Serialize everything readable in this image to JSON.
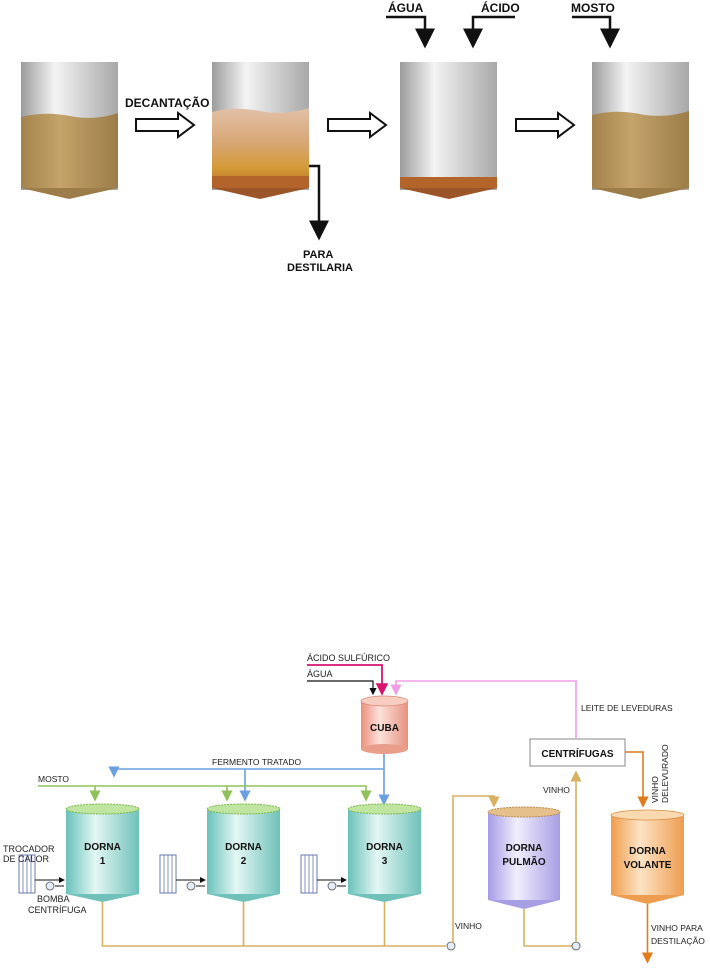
{
  "top_diagram": {
    "labels": {
      "decantacao": "DECANTAÇÃO",
      "agua": "ÁGUA",
      "acido": "ÁCIDO",
      "mosto": "MOSTO",
      "para": "PARA",
      "destilaria": "DESTILARIA"
    }
  },
  "bottom_diagram": {
    "labels": {
      "acido_sulfurico": "ÁCIDO SULFÚRICO",
      "agua": "ÁGUA",
      "cuba": "CUBA",
      "leite_leveduras": "LEITE DE LEVEDURAS",
      "centrifugas": "CENTRÍFUGAS",
      "fermento_tratado": "FERMENTO TRATADO",
      "mosto": "MOSTO",
      "vinho_delevurado_1": "VINHO",
      "vinho_delevurado_2": "DELEVURADO",
      "vinho_top": "VINHO",
      "vinho_bottom": "VINHO",
      "trocador_1": "TROCADOR",
      "trocador_2": "DE CALOR",
      "bomba_1": "BOMBA",
      "bomba_2": "CENTRÍFUGA",
      "vinho_para": "VINHO PARA",
      "destilacao": "DESTILAÇÃO"
    },
    "tanks": {
      "dorna": "DORNA",
      "dorna1_num": "1",
      "dorna2_num": "2",
      "dorna3_num": "3",
      "pulmao": "PULMÃO",
      "volante": "VOLANTE"
    }
  },
  "colors": {
    "must": "#b7955a",
    "cylinder_gray": "#c9c9c9",
    "dorna_cyan": "#a8e0db",
    "pulmao_lavender": "#cfc8f4",
    "volante_orange": "#f7bc7e",
    "cuba_pink": "#f3b3a3",
    "blue_line": "#6a9fe0",
    "green_line": "#8fc25a",
    "gold_line": "#d8b060",
    "pink_line": "#f09ee8",
    "magenta_line": "#d81470",
    "orange_line": "#e07c1c"
  }
}
